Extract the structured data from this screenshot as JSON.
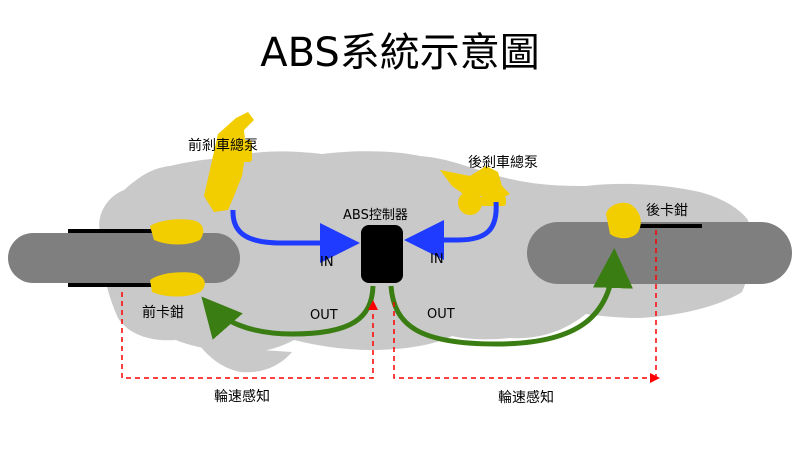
{
  "title": "ABS系統示意圖",
  "labels": {
    "front_master": "前剎車總泵",
    "rear_master": "後剎車總泵",
    "controller": "ABS控制器",
    "rear_caliper": "後卡鉗",
    "front_caliper": "前卡鉗",
    "in_left": "IN",
    "in_right": "IN",
    "out_left": "OUT",
    "out_right": "OUT",
    "speed_left": "輪速感知",
    "speed_right": "輪速感知"
  },
  "colors": {
    "body": "#c9c9c9",
    "wheel": "#7f7f7f",
    "component": "#f2cd00",
    "in_arrow": "#1f3bff",
    "out_arrow": "#3a7d12",
    "sensor": "#ff0000",
    "controller": "#000000"
  }
}
